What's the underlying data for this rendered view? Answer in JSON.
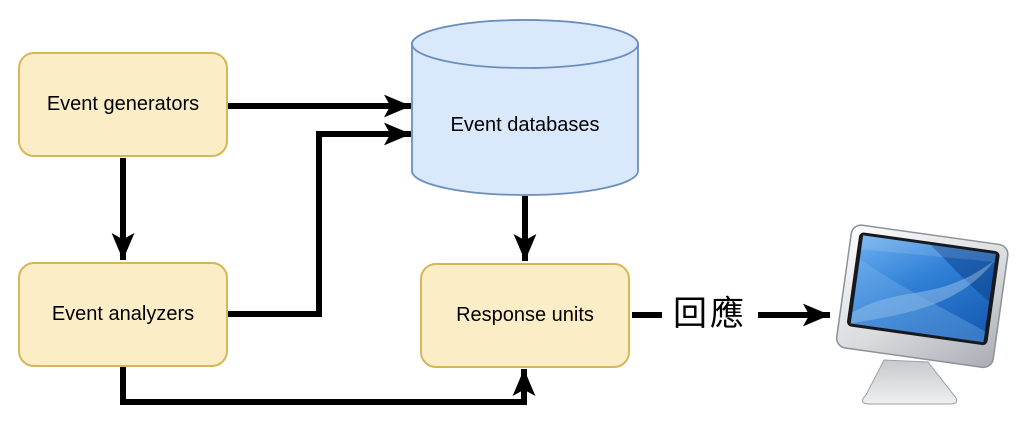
{
  "diagram": {
    "nodes": [
      {
        "id": "event-generators",
        "label": "Event generators",
        "shape": "rounded-rect"
      },
      {
        "id": "event-databases",
        "label": "Event databases",
        "shape": "cylinder"
      },
      {
        "id": "event-analyzers",
        "label": "Event analyzers",
        "shape": "rounded-rect"
      },
      {
        "id": "response-units",
        "label": "Response units",
        "shape": "rounded-rect"
      },
      {
        "id": "client-monitor",
        "label": "",
        "shape": "computer-monitor-icon"
      }
    ],
    "edges": [
      {
        "from": "event-generators",
        "to": "event-databases",
        "label": ""
      },
      {
        "from": "event-analyzers",
        "to": "event-databases",
        "label": ""
      },
      {
        "from": "event-generators",
        "to": "event-analyzers",
        "label": ""
      },
      {
        "from": "event-databases",
        "to": "response-units",
        "label": ""
      },
      {
        "from": "event-analyzers",
        "to": "response-units",
        "label": ""
      },
      {
        "from": "response-units",
        "to": "client-monitor",
        "label": "回應"
      }
    ],
    "colors": {
      "background": "#FFFFFF",
      "node_fill": "#FBEEC7",
      "node_stroke": "#D6B656",
      "database_fill": "#DAE8FC",
      "database_stroke": "#6C8EBF",
      "arrow": "#000000",
      "monitor_screen": "#2F7FD6"
    }
  }
}
